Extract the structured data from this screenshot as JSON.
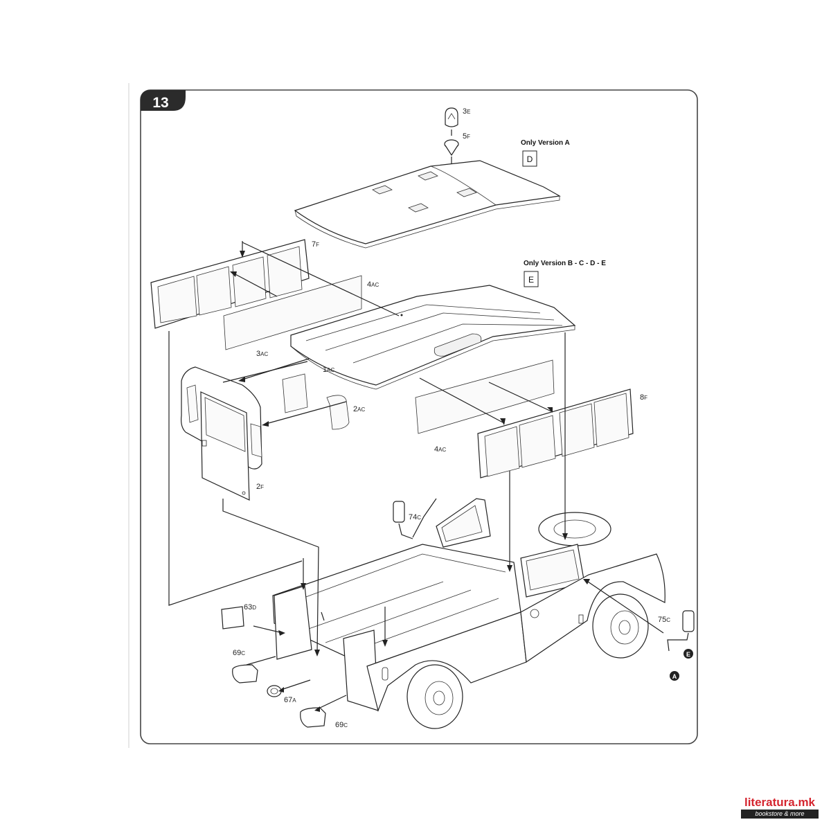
{
  "step": {
    "number": "13"
  },
  "version_notes": [
    {
      "text": "Only Version A",
      "box": "D"
    },
    {
      "text": "Only Version B - C - D - E",
      "box": "E"
    }
  ],
  "parts": [
    {
      "num": "3",
      "suffix": "E"
    },
    {
      "num": "5",
      "suffix": "F"
    },
    {
      "num": "7",
      "suffix": "F"
    },
    {
      "num": "4",
      "suffix": "AC"
    },
    {
      "num": "3",
      "suffix": "AC"
    },
    {
      "num": "1",
      "suffix": "AC"
    },
    {
      "num": "2",
      "suffix": "AC"
    },
    {
      "num": "8",
      "suffix": "F"
    },
    {
      "num": "4",
      "suffix": "AC"
    },
    {
      "num": "2",
      "suffix": "F"
    },
    {
      "num": "74",
      "suffix": "C"
    },
    {
      "num": "63",
      "suffix": "D"
    },
    {
      "num": "69",
      "suffix": "C"
    },
    {
      "num": "67",
      "suffix": "A"
    },
    {
      "num": "69",
      "suffix": "C"
    },
    {
      "num": "75",
      "suffix": "C"
    }
  ],
  "markers": [
    "A",
    "E"
  ],
  "watermark": {
    "name": "literatura.mk",
    "tagline": "bookstore & more"
  },
  "colors": {
    "ink": "#222222",
    "brand": "#d5252f",
    "frame": "#444444"
  }
}
